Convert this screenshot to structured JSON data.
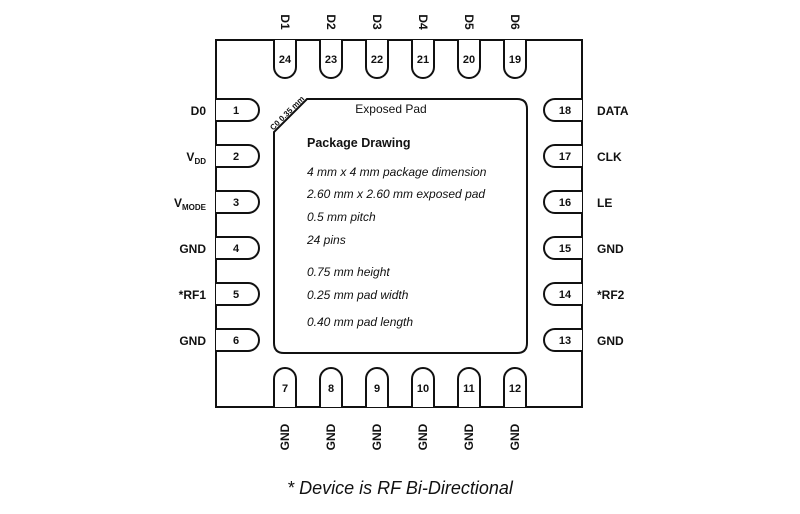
{
  "package": {
    "exposed_pad_label": "Exposed Pad",
    "chamfer_label": "C0 0.35 mm",
    "title": "Package Drawing",
    "notes": [
      "4  mm x 4 mm package dimension",
      "2.60 mm  x  2.60 mm exposed pad",
      "0.5 mm pitch",
      "24  pins",
      "0.75 mm height",
      "0.25 mm pad width",
      "0.40 mm pad length"
    ]
  },
  "pins": {
    "left": [
      {
        "num": "1",
        "signal": "D0",
        "sub": ""
      },
      {
        "num": "2",
        "signal": "V",
        "sub": "DD"
      },
      {
        "num": "3",
        "signal": "V",
        "sub": "MODE"
      },
      {
        "num": "4",
        "signal": "GND",
        "sub": ""
      },
      {
        "num": "5",
        "signal": "*RF1",
        "sub": ""
      },
      {
        "num": "6",
        "signal": "GND",
        "sub": ""
      }
    ],
    "bottom": [
      {
        "num": "7",
        "signal": "GND"
      },
      {
        "num": "8",
        "signal": "GND"
      },
      {
        "num": "9",
        "signal": "GND"
      },
      {
        "num": "10",
        "signal": "GND"
      },
      {
        "num": "11",
        "signal": "GND"
      },
      {
        "num": "12",
        "signal": "GND"
      }
    ],
    "right": [
      {
        "num": "13",
        "signal": "GND"
      },
      {
        "num": "14",
        "signal": "*RF2"
      },
      {
        "num": "15",
        "signal": "GND"
      },
      {
        "num": "16",
        "signal": "LE"
      },
      {
        "num": "17",
        "signal": "CLK"
      },
      {
        "num": "18",
        "signal": "DATA"
      }
    ],
    "top": [
      {
        "num": "19",
        "signal": "D6"
      },
      {
        "num": "20",
        "signal": "D5"
      },
      {
        "num": "21",
        "signal": "D4"
      },
      {
        "num": "22",
        "signal": "D3"
      },
      {
        "num": "23",
        "signal": "D2"
      },
      {
        "num": "24",
        "signal": "D1"
      }
    ]
  },
  "footnote": "* Device is RF Bi-Directional"
}
